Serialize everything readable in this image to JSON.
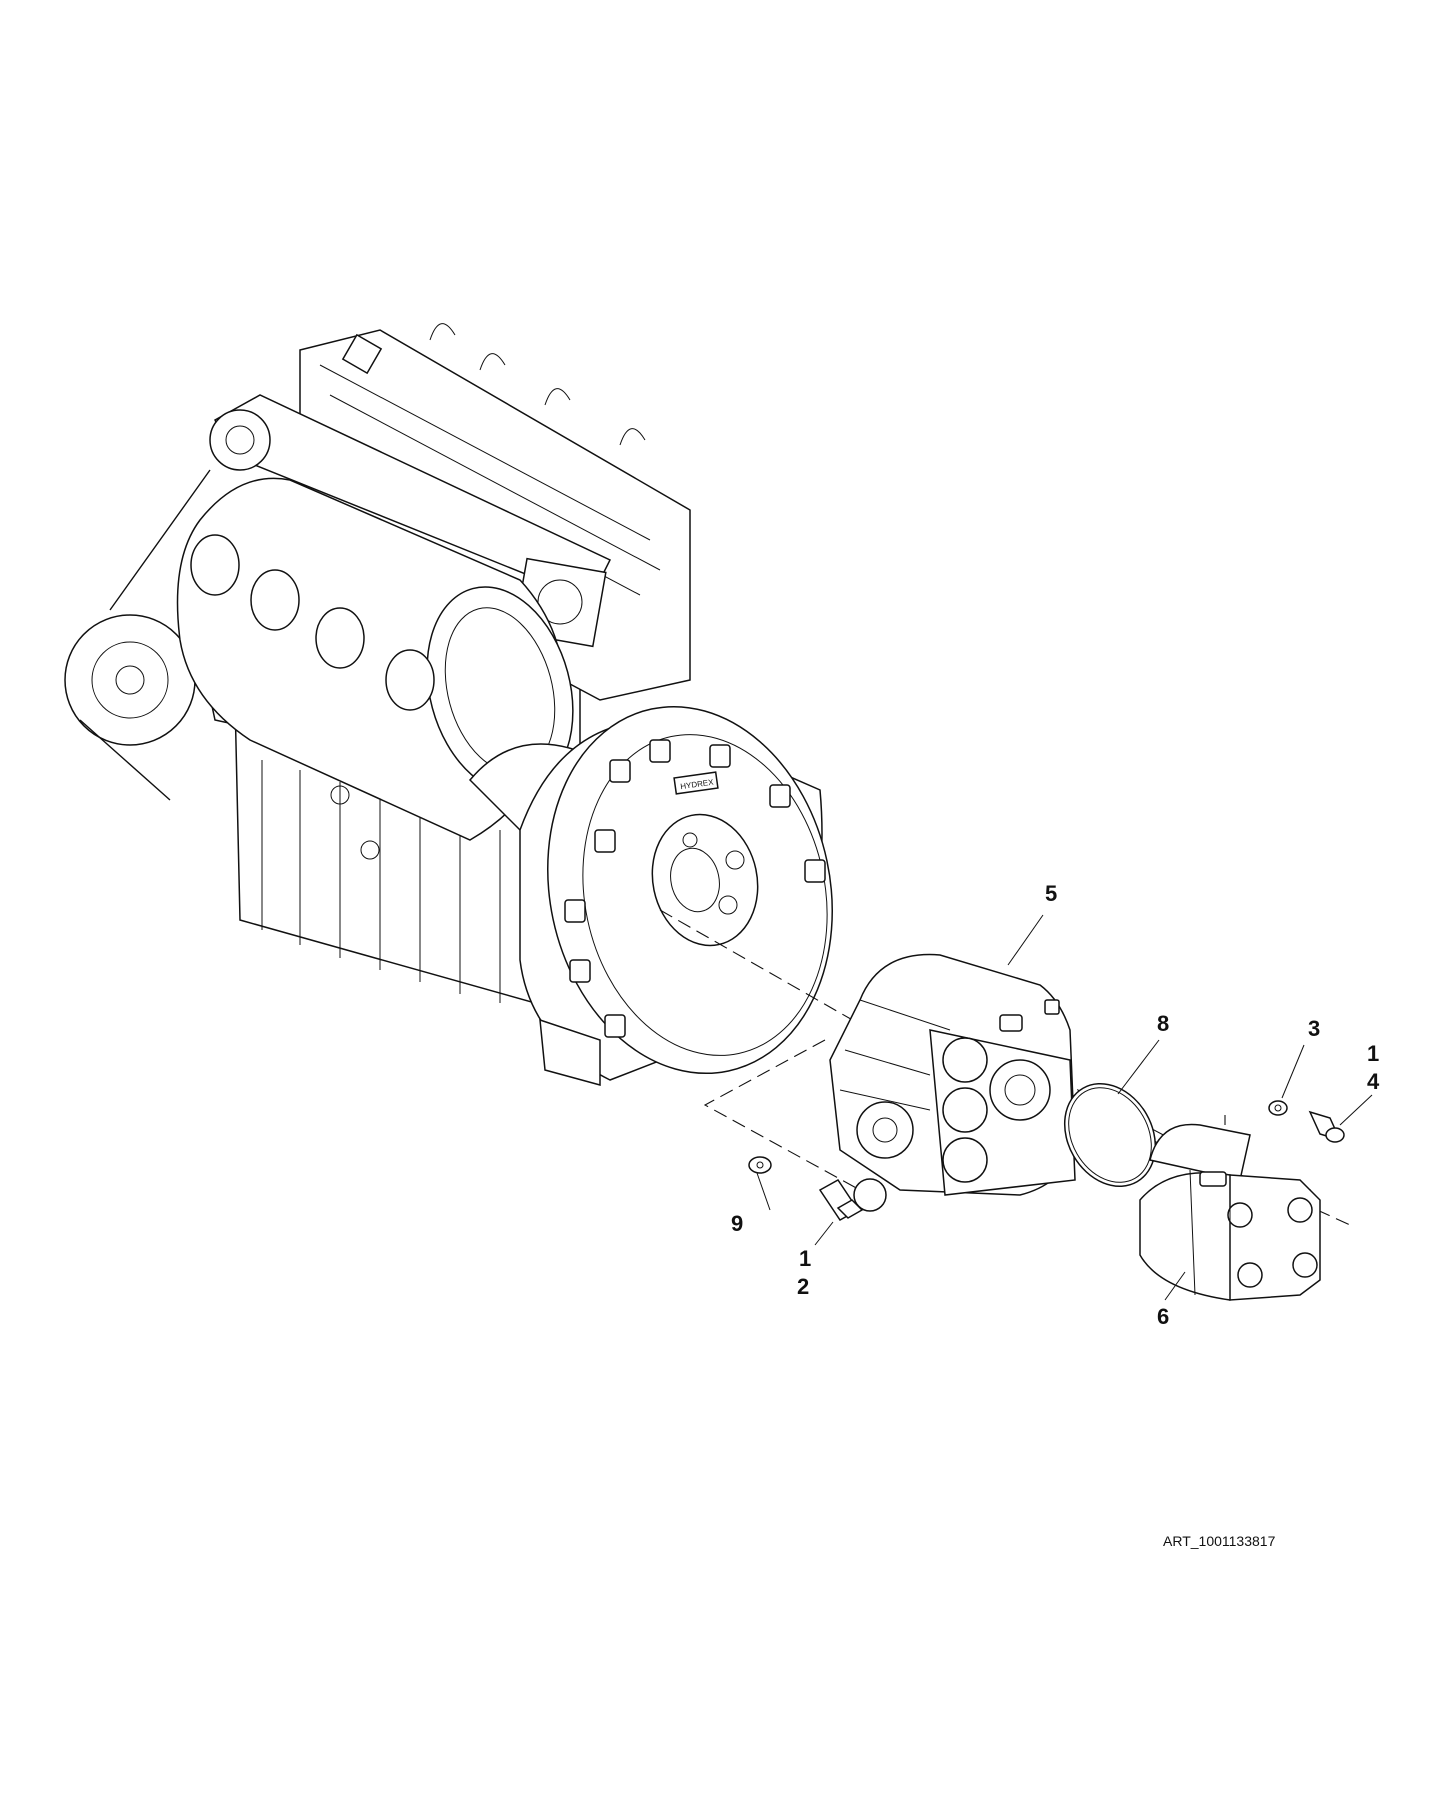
{
  "diagram": {
    "callouts": [
      {
        "id": "5",
        "label": "5"
      },
      {
        "id": "8",
        "label": "8"
      },
      {
        "id": "3",
        "label": "3"
      },
      {
        "id": "1a",
        "label": "1"
      },
      {
        "id": "4",
        "label": "4"
      },
      {
        "id": "9",
        "label": "9"
      },
      {
        "id": "1b",
        "label": "1"
      },
      {
        "id": "2",
        "label": "2"
      },
      {
        "id": "6",
        "label": "6"
      }
    ],
    "flywheel_badge": "HYDREX",
    "art_id": "ART_1001133817"
  }
}
